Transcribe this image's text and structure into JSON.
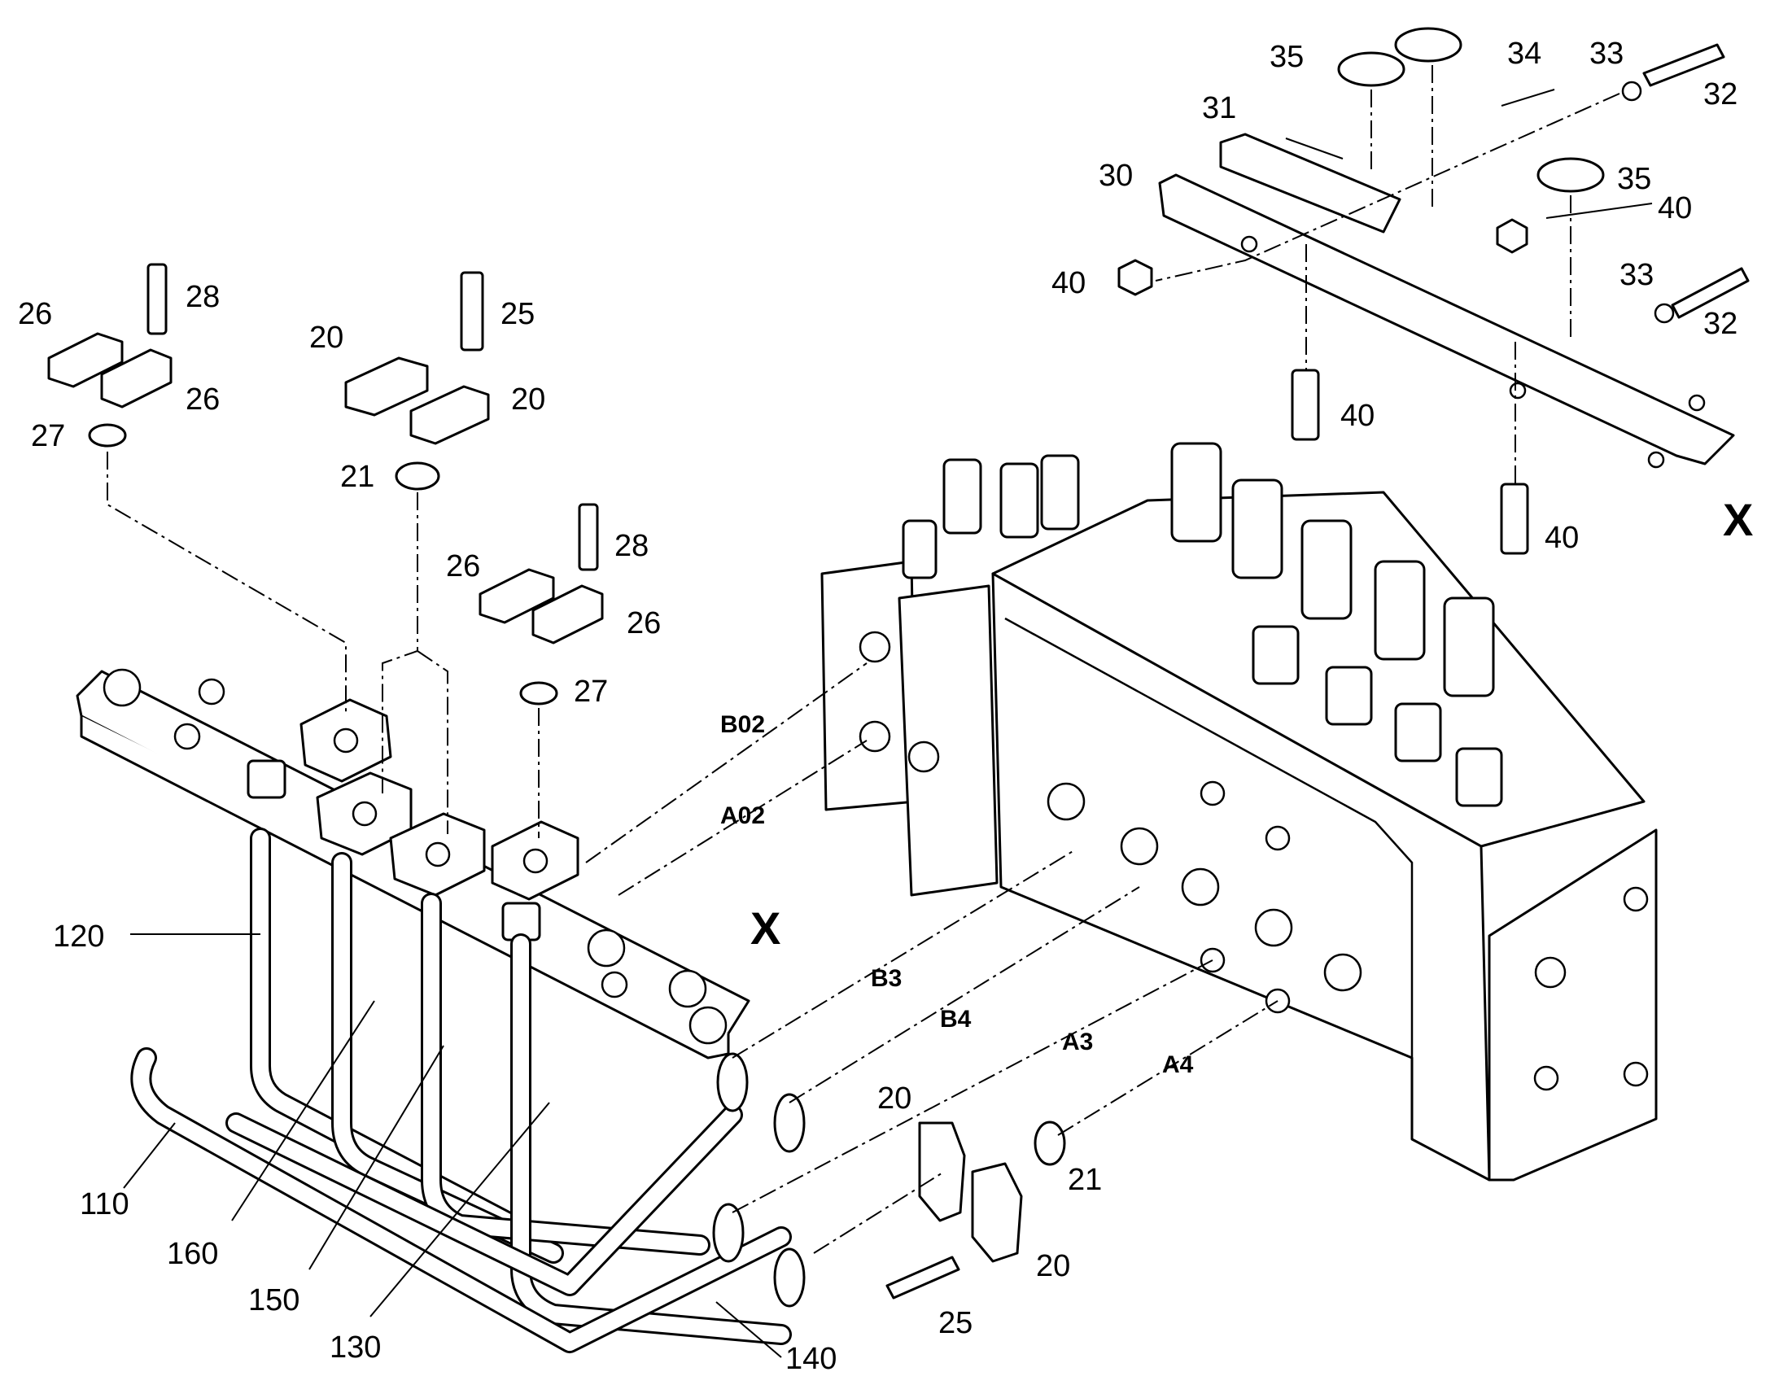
{
  "diagram": {
    "frame_marks": [
      "X",
      "X"
    ],
    "ports": {
      "b02": "B02",
      "a02": "A02",
      "b3": "B3",
      "b4": "B4",
      "a3": "A3",
      "a4": "A4"
    },
    "callouts": {
      "c35a": "35",
      "c34": "34",
      "c33a": "33",
      "c32a": "32",
      "c31": "31",
      "c30": "30",
      "c35b": "35",
      "c40a": "40",
      "c40b": "40",
      "c33b": "33",
      "c32b": "32",
      "c40c": "40",
      "c40d": "40",
      "c26a": "26",
      "c28a": "28",
      "c26b": "26",
      "c27a": "27",
      "c20a": "20",
      "c25a": "25",
      "c20b": "20",
      "c21a": "21",
      "c26c": "26",
      "c28b": "28",
      "c26d": "26",
      "c27b": "27",
      "c120": "120",
      "c110": "110",
      "c160": "160",
      "c150": "150",
      "c130": "130",
      "c140": "140",
      "c20c": "20",
      "c21b": "21",
      "c20d": "20",
      "c25b": "25"
    }
  }
}
